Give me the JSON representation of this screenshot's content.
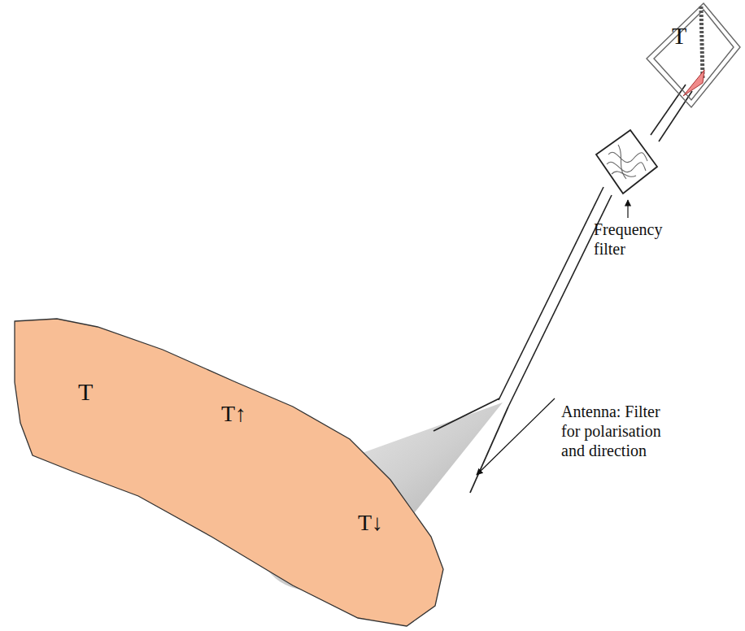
{
  "diagram": {
    "nodes": [
      {
        "text": [
          "T"
        ]
      },
      {
        "text": [
          "T"
        ]
      }
    ],
    "labels": [
      "T↑",
      "T↓",
      "Frequency filter",
      "Antenna: Filter for polarisation and direction"
    ]
  }
}
